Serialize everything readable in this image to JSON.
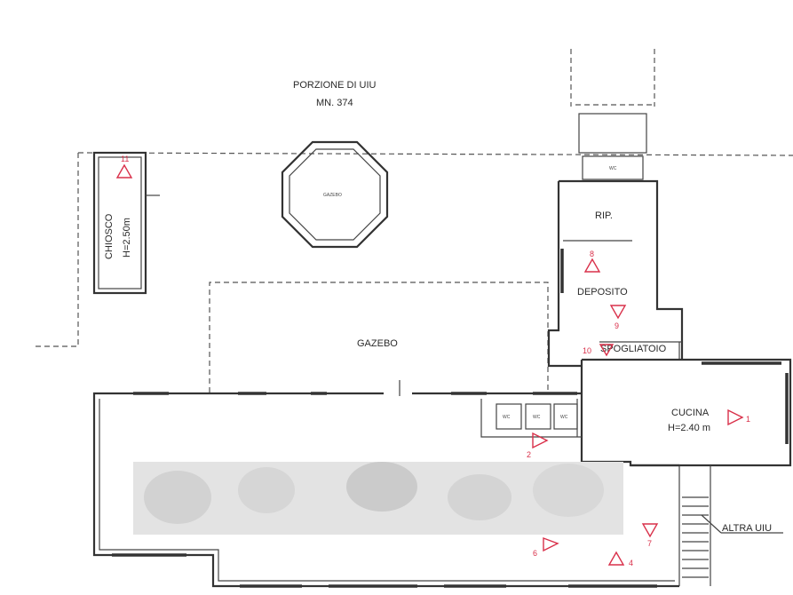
{
  "header": {
    "line1": "PORZIONE DI UIU",
    "line2": "MN. 374"
  },
  "rooms": {
    "chiosco_name": "CHIOSCO",
    "chiosco_height": "H=2.50m",
    "gazebo_octagon": "GAZEBO",
    "gazebo": "GAZEBO",
    "rip": "RIP.",
    "deposito": "DEPOSITO",
    "spogliatoio": "SPOGLIATOIO",
    "cucina": "CUCINA",
    "cucina_height": "H=2.40 m",
    "altra_uiu": "ALTRA UIU",
    "wc1": "WC",
    "wc2": "WC",
    "wc3": "WC",
    "upper_small": "WC"
  },
  "viewpoints": [
    "1",
    "2",
    "4",
    "6",
    "7",
    "8",
    "9",
    "10",
    "11"
  ],
  "colors": {
    "walls": "#333333",
    "viewpoint_markers": "#d9304a",
    "blur_block": "#d6d6d6"
  }
}
